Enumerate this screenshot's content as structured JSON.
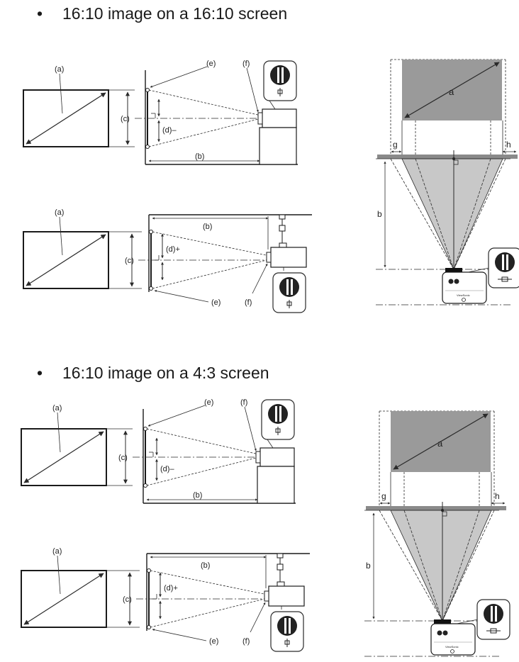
{
  "sections": [
    {
      "bullet": "•",
      "heading": "16:10 image on a 16:10 screen"
    },
    {
      "bullet": "•",
      "heading": "16:10 image on a 4:3 screen"
    }
  ],
  "labels": {
    "a_paren": "(a)",
    "b_paren": "(b)",
    "c_paren": "(c)",
    "d_minus": "(d)–",
    "d_plus": "(d)+",
    "e_paren": "(e)",
    "f_paren": "(f)",
    "a": "a",
    "b": "b",
    "g": "g",
    "h": "h"
  },
  "brand": "ViewSonic",
  "colors": {
    "line": "#2a2a2a",
    "screen_fill": "#9a9a9a",
    "beam_fill": "#c8c8c8",
    "floor": "#7a7a7a"
  }
}
